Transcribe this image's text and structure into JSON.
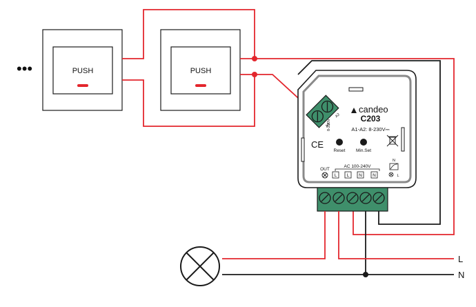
{
  "colors": {
    "wire_red": "#e3262d",
    "wire_black": "#1a1a1a",
    "terminal_green": "#3f8f6b",
    "panel_gray": "#f2f2f2",
    "indicator_red": "#e3262d"
  },
  "switches": {
    "continuation": "•••",
    "left": {
      "label": "PUSH"
    },
    "right": {
      "label": "PUSH"
    }
  },
  "module": {
    "brand": "candeo",
    "model": "C203",
    "push_input_spec": "A1-A2: 8-230V⎓",
    "ce_mark": "CE",
    "weee_icon": "crossed-out-bin-icon",
    "buttons": {
      "reset": "Reset",
      "min_set": "Min.Set"
    },
    "output_label": "OUT",
    "mains_label": "AC 100-240V",
    "mains_terminals": [
      "L",
      "L",
      "N",
      "N"
    ],
    "dimmer_symbol": {
      "top": "N",
      "bottom": "L"
    },
    "input_terminals": [
      "A1",
      "A2"
    ],
    "input_side_text": "8-230V"
  },
  "lines": {
    "live": "L",
    "neutral": "N"
  }
}
